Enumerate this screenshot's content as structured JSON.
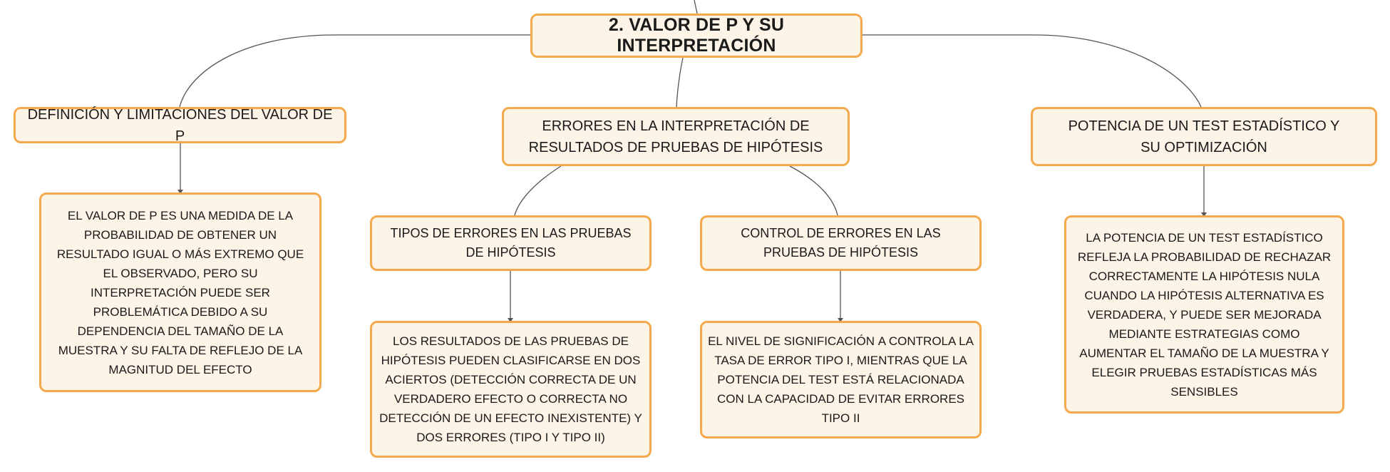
{
  "diagram": {
    "root": {
      "label": "2. VALOR DE P Y SU INTERPRETACIÓN"
    },
    "branches": [
      {
        "label": "DEFINICIÓN Y LIMITACIONES DEL VALOR DE P",
        "detail": "EL VALOR DE P ES UNA MEDIDA DE LA PROBABILIDAD DE OBTENER UN RESULTADO IGUAL O MÁS EXTREMO QUE EL OBSERVADO, PERO SU INTERPRETACIÓN PUEDE SER PROBLEMÁTICA DEBIDO A SU DEPENDENCIA DEL TAMAÑO DE LA MUESTRA Y SU FALTA DE REFLEJO DE LA MAGNITUD DEL EFECTO"
      },
      {
        "label": "ERRORES EN LA INTERPRETACIÓN DE RESULTADOS DE PRUEBAS DE HIPÓTESIS",
        "children": [
          {
            "label": "TIPOS DE ERRORES EN LAS PRUEBAS DE HIPÓTESIS",
            "detail": "LOS RESULTADOS DE LAS PRUEBAS DE HIPÓTESIS PUEDEN CLASIFICARSE EN DOS ACIERTOS (DETECCIÓN CORRECTA DE UN VERDADERO EFECTO O CORRECTA NO DETECCIÓN DE UN EFECTO INEXISTENTE) Y DOS ERRORES (TIPO I Y TIPO II)"
          },
          {
            "label": "CONTROL DE ERRORES EN LAS PRUEBAS DE HIPÓTESIS",
            "detail": "EL NIVEL DE SIGNIFICACIÓN Α CONTROLA LA TASA DE ERROR TIPO I, MIENTRAS QUE LA POTENCIA DEL TEST ESTÁ RELACIONADA CON LA CAPACIDAD DE EVITAR ERRORES TIPO II"
          }
        ]
      },
      {
        "label": "POTENCIA DE UN TEST ESTADÍSTICO Y SU OPTIMIZACIÓN",
        "detail": "LA POTENCIA DE UN TEST ESTADÍSTICO REFLEJA LA PROBABILIDAD DE RECHAZAR CORRECTAMENTE LA HIPÓTESIS NULA CUANDO LA HIPÓTESIS ALTERNATIVA ES VERDADERA, Y PUEDE SER MEJORADA MEDIANTE ESTRATEGIAS COMO AUMENTAR EL TAMAÑO DE LA MUESTRA Y ELEGIR PRUEBAS ESTADÍSTICAS MÁS SENSIBLES"
      }
    ],
    "colors": {
      "node_fill": "#fdf3e7",
      "node_border": "#f4a94c",
      "connector": "#555555",
      "text": "#1a1a1a"
    }
  }
}
